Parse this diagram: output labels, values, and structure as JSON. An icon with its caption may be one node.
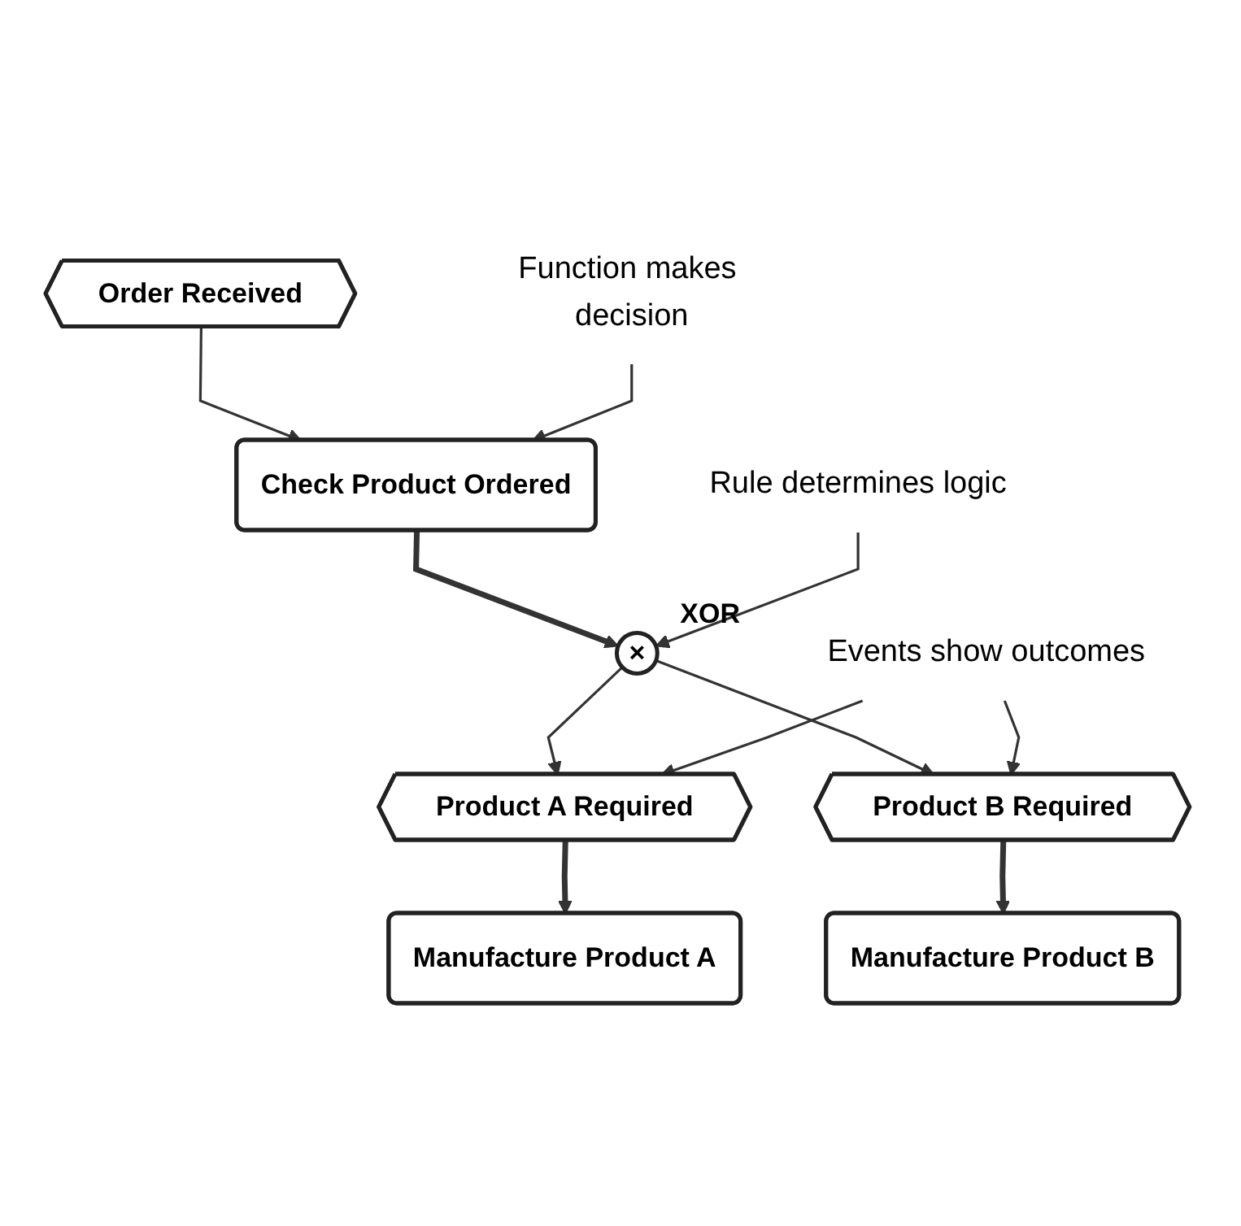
{
  "diagram": {
    "nodes": [
      {
        "text": [
          "Order Received"
        ]
      },
      {
        "text": [
          "Function makes decision"
        ]
      },
      {
        "text": [
          "Check Product Ordered"
        ]
      },
      {
        "text": [
          "Rule determines logic"
        ]
      },
      {
        "text": [
          "×"
        ],
        "beside": [
          "XOR"
        ]
      },
      {
        "text": [
          "Product A Required"
        ]
      },
      {
        "text": [
          "Product B Required"
        ]
      },
      {
        "text": [
          "Events show outcomes"
        ]
      },
      {
        "text": [
          "Manufacture Product A"
        ]
      },
      {
        "text": [
          "Manufacture Product B"
        ]
      }
    ],
    "edges": [
      {
        "from": 0,
        "to": 2,
        "arrow": "to"
      },
      {
        "from": 1,
        "to": 2,
        "arrow": "to"
      },
      {
        "from": 2,
        "to": 4,
        "arrow": "to",
        "style": "thick"
      },
      {
        "from": 3,
        "to": 4,
        "arrow": "to"
      },
      {
        "from": 4,
        "to": 5,
        "arrow": "to"
      },
      {
        "from": 4,
        "to": 6,
        "arrow": "to"
      },
      {
        "from": 7,
        "to": 5,
        "arrow": "to"
      },
      {
        "from": 7,
        "to": 6,
        "arrow": "to"
      },
      {
        "from": 5,
        "to": 8,
        "arrow": "to",
        "style": "thick"
      },
      {
        "from": 6,
        "to": 9,
        "arrow": "to",
        "style": "thick"
      }
    ]
  }
}
